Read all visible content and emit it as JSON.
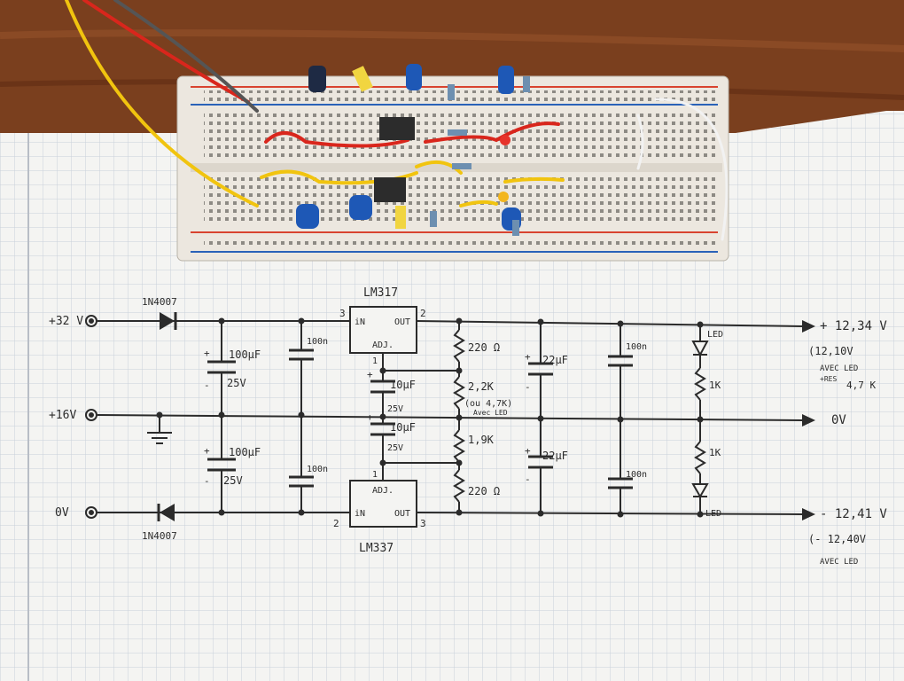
{
  "colors": {
    "wood": "#7a3f1e",
    "paper": "#f4f4f2",
    "grid": "#c9d0da",
    "ink": "#2b2b2b",
    "breadboard": "#ece7df",
    "rail_red": "#d8432f",
    "rail_blue": "#2a62b8",
    "wire_red": "#d9261c",
    "wire_yellow": "#f1c40f",
    "cap_blue": "#1e58b6"
  },
  "inputs": {
    "plus32": "+32 V",
    "plus16": "+16V",
    "zero": "0V"
  },
  "diodes": {
    "top": "1N4007",
    "bottom": "1N4007"
  },
  "regulators": {
    "top": {
      "name": "LM317",
      "in": "iN",
      "out": "OUT",
      "adj": "ADJ.",
      "pin_in": "3",
      "pin_out": "2",
      "pin_adj": "1"
    },
    "bottom": {
      "name": "LM337",
      "in": "iN",
      "out": "OUT",
      "adj": "ADJ.",
      "pin_in": "2",
      "pin_out": "3",
      "pin_adj": "1"
    }
  },
  "capacitors": {
    "c1": "100µF",
    "c1v": "25V",
    "c2": "100µF",
    "c2v": "25V",
    "c3": "100n",
    "c4": "100n",
    "c5": "10µF",
    "c5v": "25V",
    "c6": "10µF",
    "c6v": "25V",
    "c7": "22µF",
    "c8": "22µF",
    "c9": "100n",
    "c10": "100n"
  },
  "resistors": {
    "r1": "220 Ω",
    "r2": "2,2K",
    "r2_note": "(ou 4,7K)",
    "r2_note2": "Avec LED",
    "r3": "1,9K",
    "r4": "220 Ω",
    "r5": "1K",
    "r6": "1K"
  },
  "leds": {
    "top": "LED",
    "bottom": "LED"
  },
  "outputs": {
    "plus": "+ 12,34 V",
    "plus_note1": "(12,10V",
    "plus_note2": "AVEC  LED",
    "plus_note3": "+RES",
    "plus_note4": "4,7 K",
    "zero": "0V",
    "minus": "- 12,41 V",
    "minus_note1": "(- 12,40V",
    "minus_note2": "AVEC  LED"
  }
}
